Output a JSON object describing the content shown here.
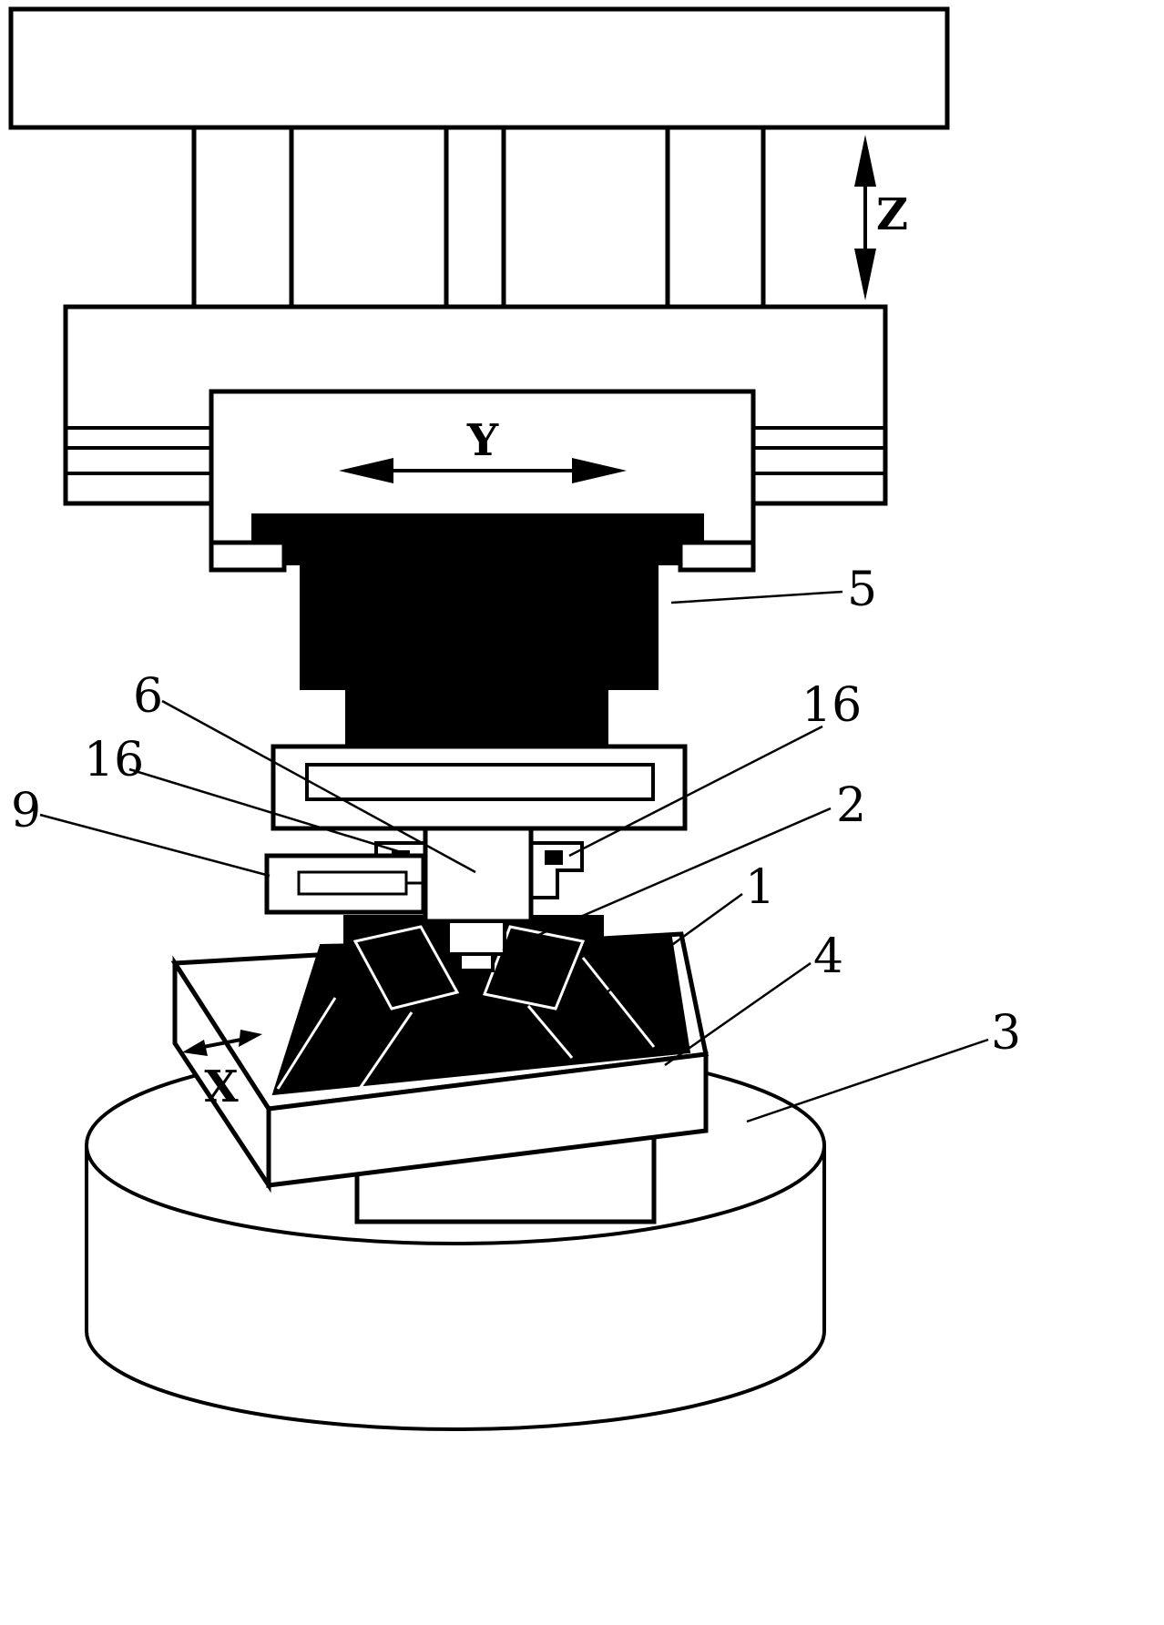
{
  "figure": {
    "kind": "patent-machine-tool-diagram",
    "background_color": "#ffffff",
    "line_color": "#000000",
    "solid_fill_color": "#000000"
  },
  "labels": {
    "part_1": "1",
    "part_2": "2",
    "part_3": "3",
    "part_4": "4",
    "part_5": "5",
    "part_6": "6",
    "part_9": "9",
    "part_16_left": "16",
    "part_16_right": "16",
    "axis_x": "X",
    "axis_y": "Y",
    "axis_z": "Z"
  }
}
